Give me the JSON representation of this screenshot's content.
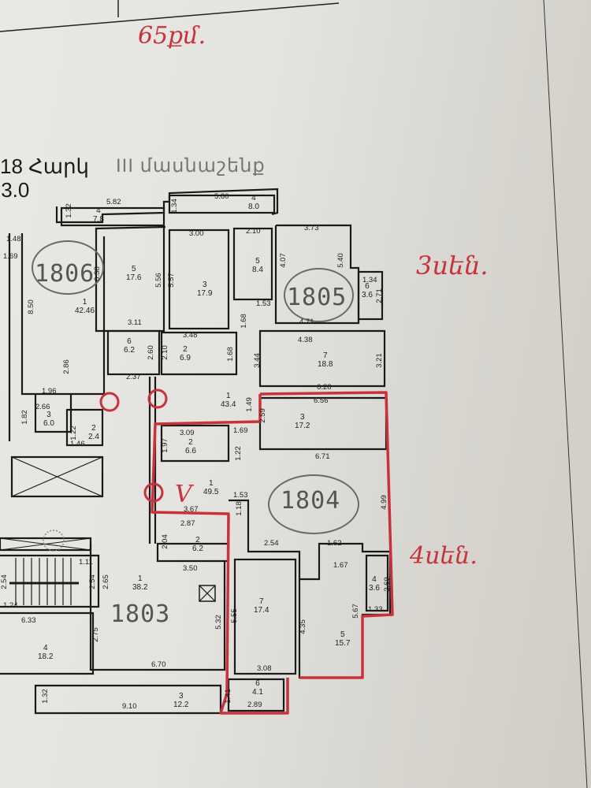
{
  "header": {
    "floor_label": "18 Հարկ",
    "height_label": ":3.0",
    "section_label": "III մասնաշենք"
  },
  "handwritten": {
    "top_note": "65քմ.",
    "apt_1805_note": "3սեն.",
    "apt_1804_note": "4սեն.",
    "check_mark": "V"
  },
  "apartments": [
    {
      "id": "1806",
      "circled": true
    },
    {
      "id": "1805",
      "circled": true
    },
    {
      "id": "1804",
      "circled": true
    },
    {
      "id": "1803",
      "circled": false
    }
  ],
  "rooms": [
    {
      "key": "r1806_1",
      "num": "1",
      "area": "42.46"
    },
    {
      "key": "r1806_4",
      "num": "4",
      "area": "7.8"
    },
    {
      "key": "r1806_5",
      "num": "5",
      "area": "17.6"
    },
    {
      "key": "r1806_6",
      "num": "6",
      "area": "6.2"
    },
    {
      "key": "r1806_3",
      "num": "3",
      "area": "6.0"
    },
    {
      "key": "r1806_2",
      "num": "2",
      "area": "2.4"
    },
    {
      "key": "r1805_4",
      "num": "4",
      "area": "8.0"
    },
    {
      "key": "r1805_3",
      "num": "3",
      "area": "17.9"
    },
    {
      "key": "r1805_5",
      "num": "5",
      "area": "8.4"
    },
    {
      "key": "r1805_2",
      "num": "2",
      "area": "6.9"
    },
    {
      "key": "r1805_6",
      "num": "6",
      "area": "3.6"
    },
    {
      "key": "r1805_7",
      "num": "7",
      "area": "18.8"
    },
    {
      "key": "r1805_1",
      "num": "1",
      "area": "43.4"
    },
    {
      "key": "r1804_3",
      "num": "3",
      "area": "17.2"
    },
    {
      "key": "r1804_2",
      "num": "2",
      "area": "6.6"
    },
    {
      "key": "r1804_1",
      "num": "1",
      "area": "49.5"
    },
    {
      "key": "r1804_7",
      "num": "7",
      "area": "17.4"
    },
    {
      "key": "r1804_5",
      "num": "5",
      "area": "15.7"
    },
    {
      "key": "r1804_4",
      "num": "4",
      "area": "3.6"
    },
    {
      "key": "r1804_6",
      "num": "6",
      "area": "4.1"
    },
    {
      "key": "r1803_2",
      "num": "2",
      "area": "6.2"
    },
    {
      "key": "r1803_1",
      "num": "1",
      "area": "38.2"
    },
    {
      "key": "r1803_4",
      "num": "4",
      "area": "18.2"
    },
    {
      "key": "r1803_3",
      "num": "3",
      "area": "12.2"
    }
  ],
  "dimensions": {
    "d582": "5.82",
    "d132": "1.32",
    "d580": "5.80",
    "d134": "1.34",
    "d300": "3.00",
    "d210": "2.10",
    "d373": "3.73",
    "d148": "1.48",
    "d169": "1.69",
    "d850": "8.50",
    "d638": "6.38",
    "d556": "5.56",
    "d557": "5.57",
    "d407": "4.07",
    "d540": "5.40",
    "d153a": "1.53",
    "d134b": "1.34",
    "d271": "2.71",
    "d311": "3.11",
    "d168a": "1.68",
    "d471": "4.71",
    "d348": "3.48",
    "d260": "2.60",
    "d210b": "2.10",
    "d168b": "1.68",
    "d438": "4.38",
    "d344": "3.44",
    "d321": "3.21",
    "d286": "2.86",
    "d237": "2.37",
    "d196": "1.96",
    "d628": "6.28",
    "d656": "6.56",
    "d149": "1.49",
    "d259": "2.59",
    "d266": "2.66",
    "d182": "1.82",
    "d122": "1.22",
    "d146": "1.46",
    "d309": "3.09",
    "d169b": "1.69",
    "d197": "1.97",
    "d122b": "1.22",
    "d671": "6.71",
    "d153b": "1.53",
    "d118": "1.18",
    "d499": "4.99",
    "d367": "3.67",
    "d287": "2.87",
    "d204": "2.04",
    "d254": "2.54",
    "d162": "1.62",
    "d167": "1.67",
    "d350": "3.50",
    "d111": "1.11",
    "d254b": "2.54",
    "d254c": "2.54",
    "d265": "2.65",
    "d124": "1.24",
    "d633": "6.33",
    "d275": "2.75",
    "d532": "5.32",
    "d555": "5.55",
    "d435": "4.35",
    "d567": "5.67",
    "d269": "2.69",
    "d133": "1.33",
    "d670": "6.70",
    "d308": "3.08",
    "d132b": "1.32",
    "d910": "9.10",
    "d141": "1.41",
    "d289": "2.89"
  },
  "colors": {
    "marker_red": "#c8323c",
    "wall": "#1a1a1a",
    "pencil": "#666666",
    "paper": "#e6e5e1"
  }
}
